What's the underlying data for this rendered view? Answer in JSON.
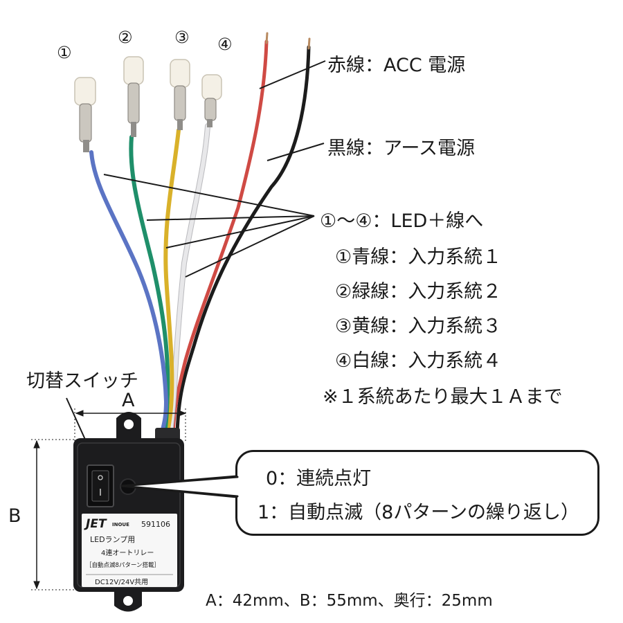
{
  "connector_numbers": [
    "①",
    "②",
    "③",
    "④"
  ],
  "wire_labels": {
    "red": "赤線：ACC 電源",
    "black": "黒線：アース電源",
    "led_plus": "①〜④：LED＋線へ",
    "blue": "①青線：入力系統１",
    "green": "②緑線：入力系統２",
    "yellow": "③黄線：入力系統３",
    "white": "④白線：入力系統４",
    "note": "※１系統あたり最大１Ａまで"
  },
  "switch_label": "切替スイッチ",
  "switch_modes": [
    "0：連続点灯",
    "1：自動点滅（8パターンの繰り返し）"
  ],
  "dimension_labels": {
    "a": "A",
    "b": "B"
  },
  "dimensions_text": "A：42mm、B：55mm、奥行：25mm",
  "product_label": {
    "brand": "JET",
    "brand_sub": "INOUE",
    "part_number": "591106",
    "line1": "LEDランプ用",
    "line2": "4連オートリレー",
    "line3": "［自動点滅8パターン搭載］",
    "line4": "DC12V/24V共用"
  },
  "colors": {
    "wire_blue": "#5b74c4",
    "wire_green": "#1f8f6a",
    "wire_yellow": "#d9b12a",
    "wire_white": "#e8e8ea",
    "wire_red": "#cf4a44",
    "wire_black": "#1c1c1c",
    "box_body": "#1c1c1e"
  }
}
